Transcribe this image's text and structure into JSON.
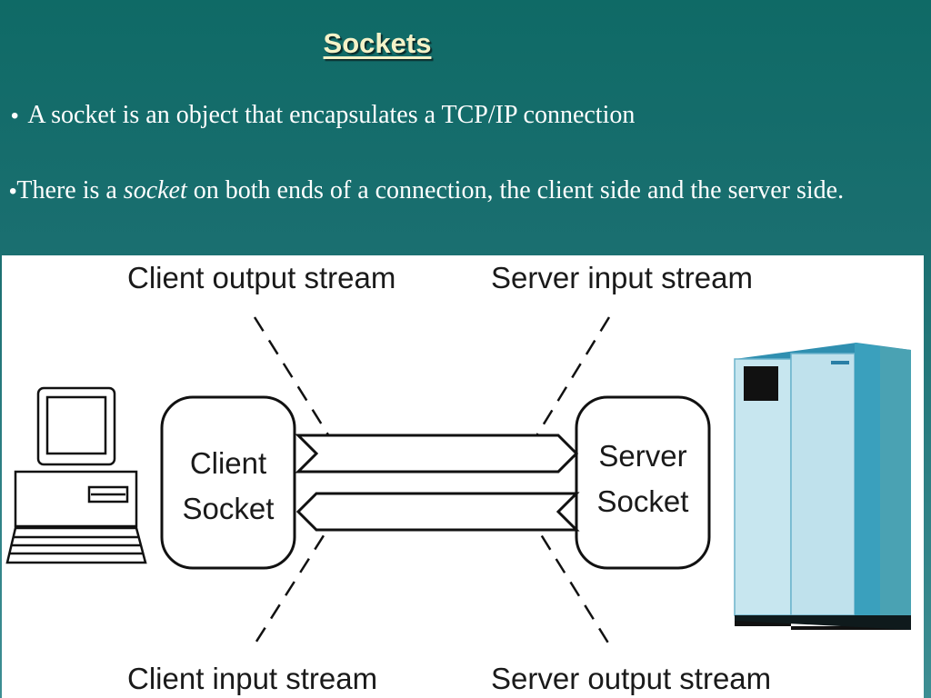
{
  "slide": {
    "title": "Sockets",
    "bullets": [
      {
        "mark": "•",
        "text": "A socket is an object that encapsulates a TCP/IP connection"
      },
      {
        "mark": "•",
        "text_before": "There is a ",
        "text_emphasis": "socket",
        "text_after": " on both ends of a connection, the client side and the server side."
      }
    ]
  },
  "diagram": {
    "labels": {
      "client_output_stream": "Client output stream",
      "server_input_stream": "Server input stream",
      "client_input_stream": "Client input stream",
      "server_output_stream": "Server output stream"
    },
    "client_socket": {
      "line1": "Client",
      "line2": "Socket"
    },
    "server_socket": {
      "line1": "Server",
      "line2": "Socket"
    },
    "icons": {
      "client": "desktop-computer-icon",
      "server": "server-cabinet-icon"
    },
    "colors": {
      "background_top": "#0f6a66",
      "background_bottom": "#3d8e93",
      "title_text": "#f4f2c8",
      "body_text": "#ffffff",
      "server_light": "#c7e6ef",
      "server_dark": "#3aa0bd"
    }
  }
}
